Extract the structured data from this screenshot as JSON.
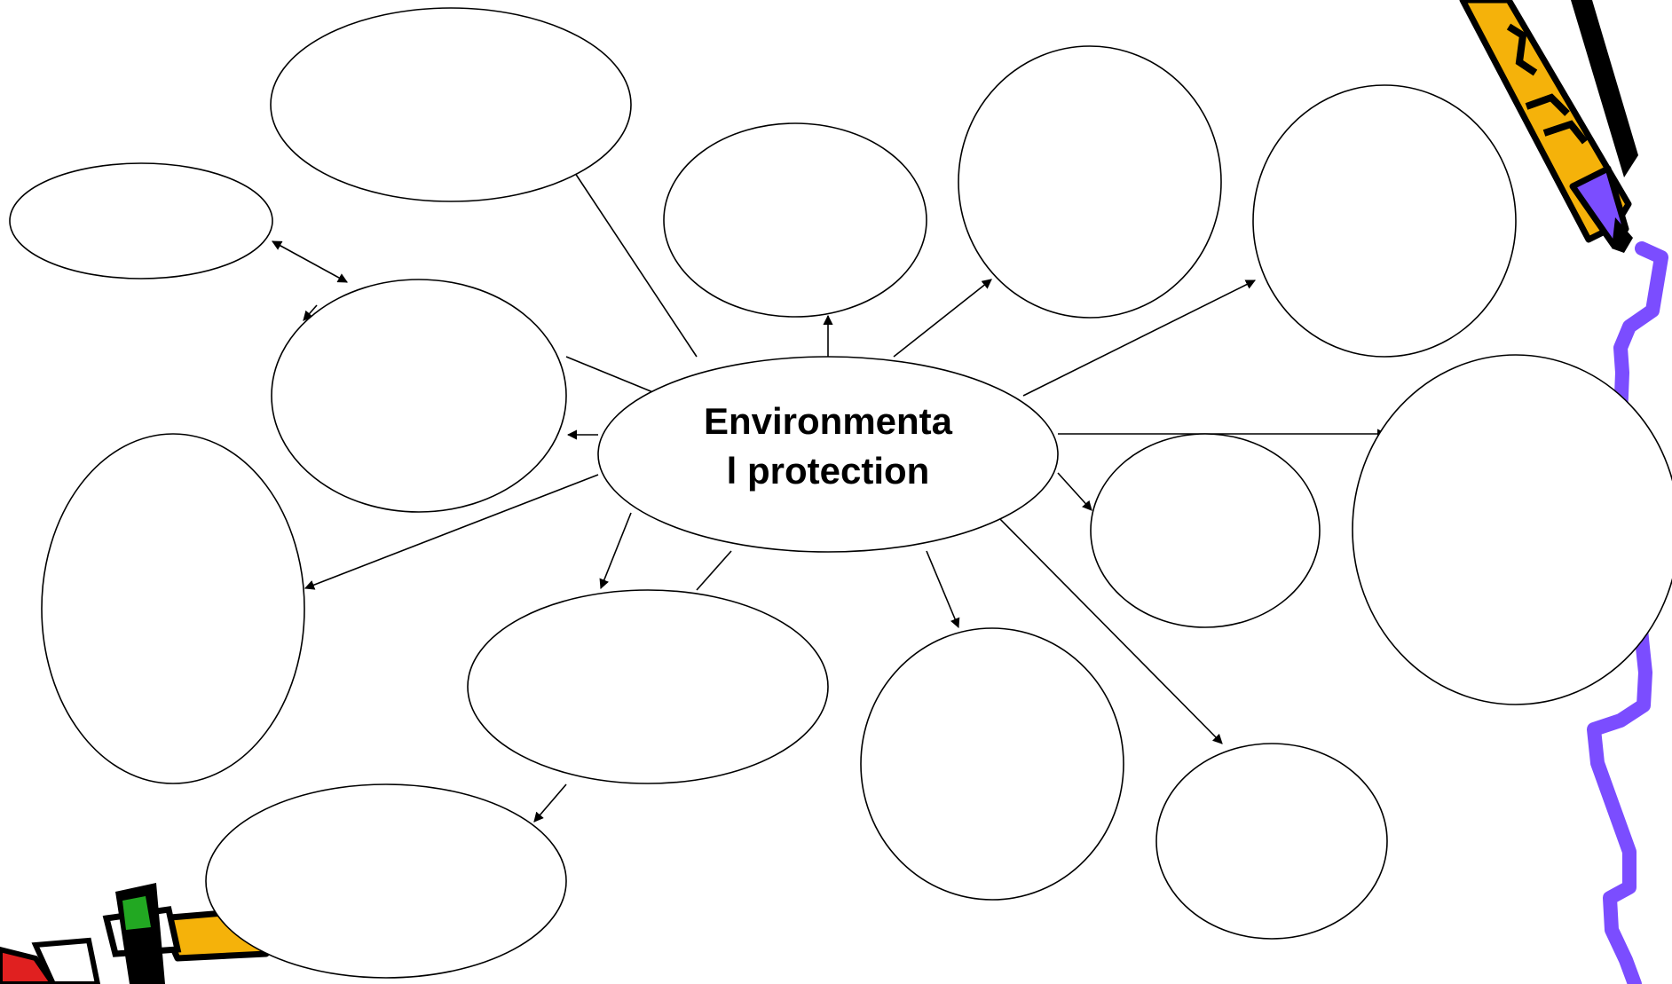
{
  "center": {
    "line1": "Environmenta",
    "line2": "l protection"
  },
  "colors": {
    "bubble_stroke": "#000000",
    "bubble_fill": "#ffffff",
    "pencil_body": "#f5b20a",
    "pencil_tip": "#7b4dff",
    "scribble": "#7b4dff",
    "eraser_green": "#22a822",
    "eraser_red": "#e02020"
  },
  "decorations": {
    "top_right": "pencil-icon",
    "right_edge": "scribble-line",
    "bottom_left": "pencil-icon"
  }
}
